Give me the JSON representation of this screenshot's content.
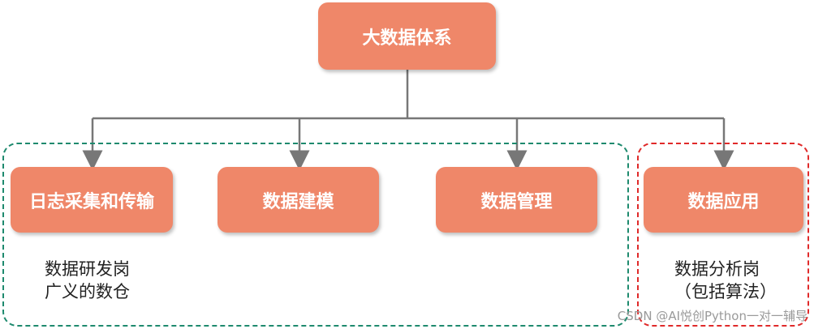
{
  "diagram": {
    "root": "大数据体系",
    "children": [
      {
        "id": "log",
        "label": "日志采集和传输"
      },
      {
        "id": "model",
        "label": "数据建模"
      },
      {
        "id": "mgmt",
        "label": "数据管理"
      },
      {
        "id": "app",
        "label": "数据应用"
      }
    ],
    "groups": [
      {
        "id": "dev",
        "color": "#1e8a6e",
        "note": [
          "数据研发岗",
          "广义的数仓"
        ]
      },
      {
        "id": "analysis",
        "color": "#e02a2a",
        "note": [
          "数据分析岗",
          "（包括算法）"
        ]
      }
    ]
  },
  "colors": {
    "node_fill": "#ef8769",
    "connector": "#777777"
  },
  "watermark": "CSDN @AI悦创Python一对一辅导"
}
